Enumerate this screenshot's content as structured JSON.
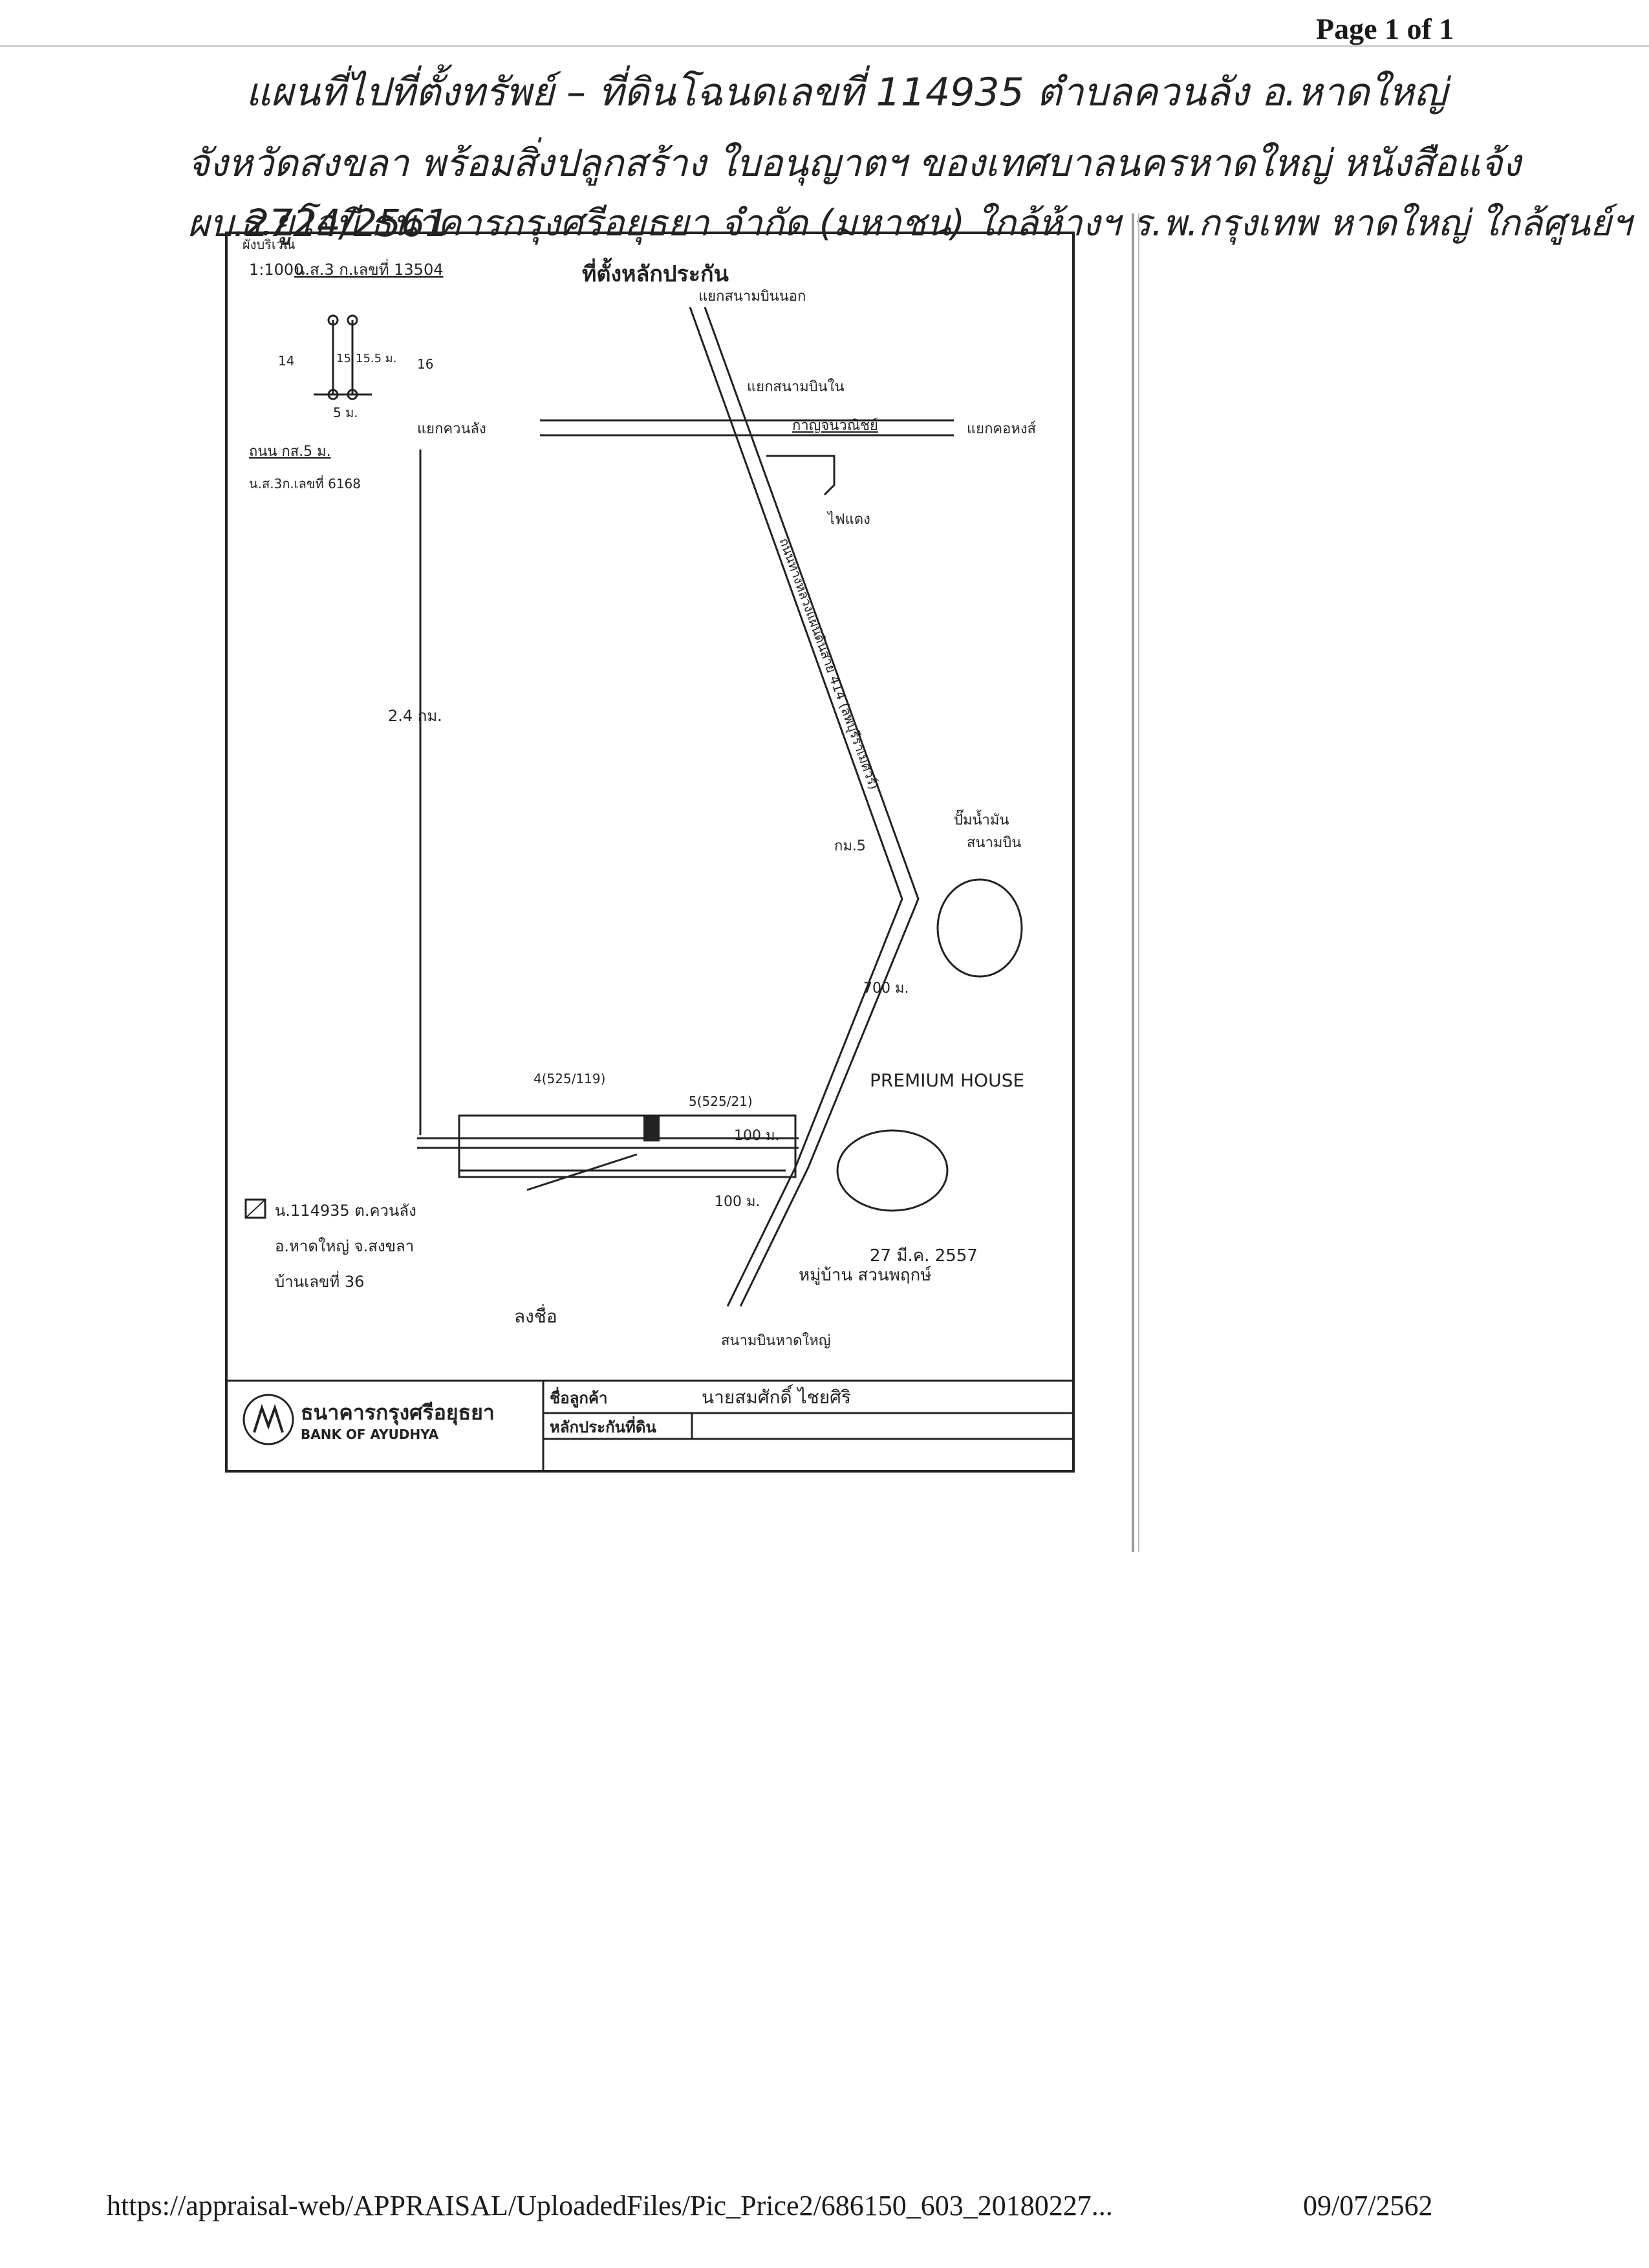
{
  "header": {
    "page": "Page 1 of 1"
  },
  "handwritten": {
    "line1": "แผนที่ไปที่ตั้งทรัพย์ – ที่ดินโฉนดเลขที่ 114935 ตำบลควนลัง อ.หาดใหญ่",
    "line2": "จังหวัดสงขลา พร้อมสิ่งปลูกสร้าง ใบอนุญาตฯ ของเทศบาลนครหาดใหญ่ หนังสือแจ้ง ผบ.2724/2561",
    "line3": "ธ.ยูโอบี ธนาคารกรุงศรีอยุธยา จำกัด (มหาชน) ใกล้ห้างฯ ร.พ.กรุงเทพ หาดใหญ่ ใกล้ศูนย์ฯ"
  },
  "map": {
    "title": "ที่ตั้งหลักประกัน",
    "scale": "1:1000",
    "corner_tag": "ผังบริเวณ",
    "deed_ref": "น.ส.3 ก.เลขที่ 13504",
    "lot_numbers": [
      "14",
      "15",
      "15.5 ม.",
      "16"
    ],
    "lot_width": "5 ม.",
    "soi_label": "ถนน กส.5 ม.",
    "soi_deed": "น.ส.3ก.เลขที่ 6168",
    "labels": {
      "airport_junction_out": "แยกสนามบินนอก",
      "airport_junction_in": "แยกสนามบินใน",
      "khuan_lang_junction": "แยกควนลัง",
      "khok_wao_junction": "แยกคอหงส์",
      "kanchanavanit": "กาญจนวณิชย์",
      "traffic_light": "ไฟแดง",
      "highway": "ถนนทางหลวงแผ่นดินสาย 414 (ลพบุรีราเมศวร์)",
      "distance_left": "2.4 กม.",
      "gas_station": "ปั๊มน้ำมัน",
      "airport_road": "สนามบิน",
      "km_marker": "กม.5",
      "dist_700": "700 ม.",
      "house_a": "4(525/119)",
      "house_b": "5(525/21)",
      "dist_100a": "100 ม.",
      "dist_100b": "100 ม.",
      "premium": "PREMIUM HOUSE",
      "village": "หมู่บ้าน สวนพฤกษ์",
      "date": "27 มี.ค. 2557",
      "hatyai_airport": "สนามบินหาดใหญ่",
      "signature": "ลงชื่อ"
    },
    "legend": {
      "deed": "น.114935 ต.ควนลัง",
      "district": "อ.หาดใหญ่ จ.สงขลา",
      "house_no": "บ้านเลขที่ 36"
    },
    "bank": {
      "thai": "ธนาคารกรุงศรีอยุธยา",
      "english": "BANK OF AYUDHYA"
    },
    "form": {
      "customer_label": "ชื่อลูกค้า",
      "customer_value": "นายสมศักดิ์ ไชยศิริ",
      "collateral_label": "หลักประกันที่ดิน",
      "collateral_value": ""
    }
  },
  "footer": {
    "url": "https://appraisal-web/APPRAISAL/UploadedFiles/Pic_Price2/686150_603_20180227...",
    "date": "09/07/2562"
  }
}
